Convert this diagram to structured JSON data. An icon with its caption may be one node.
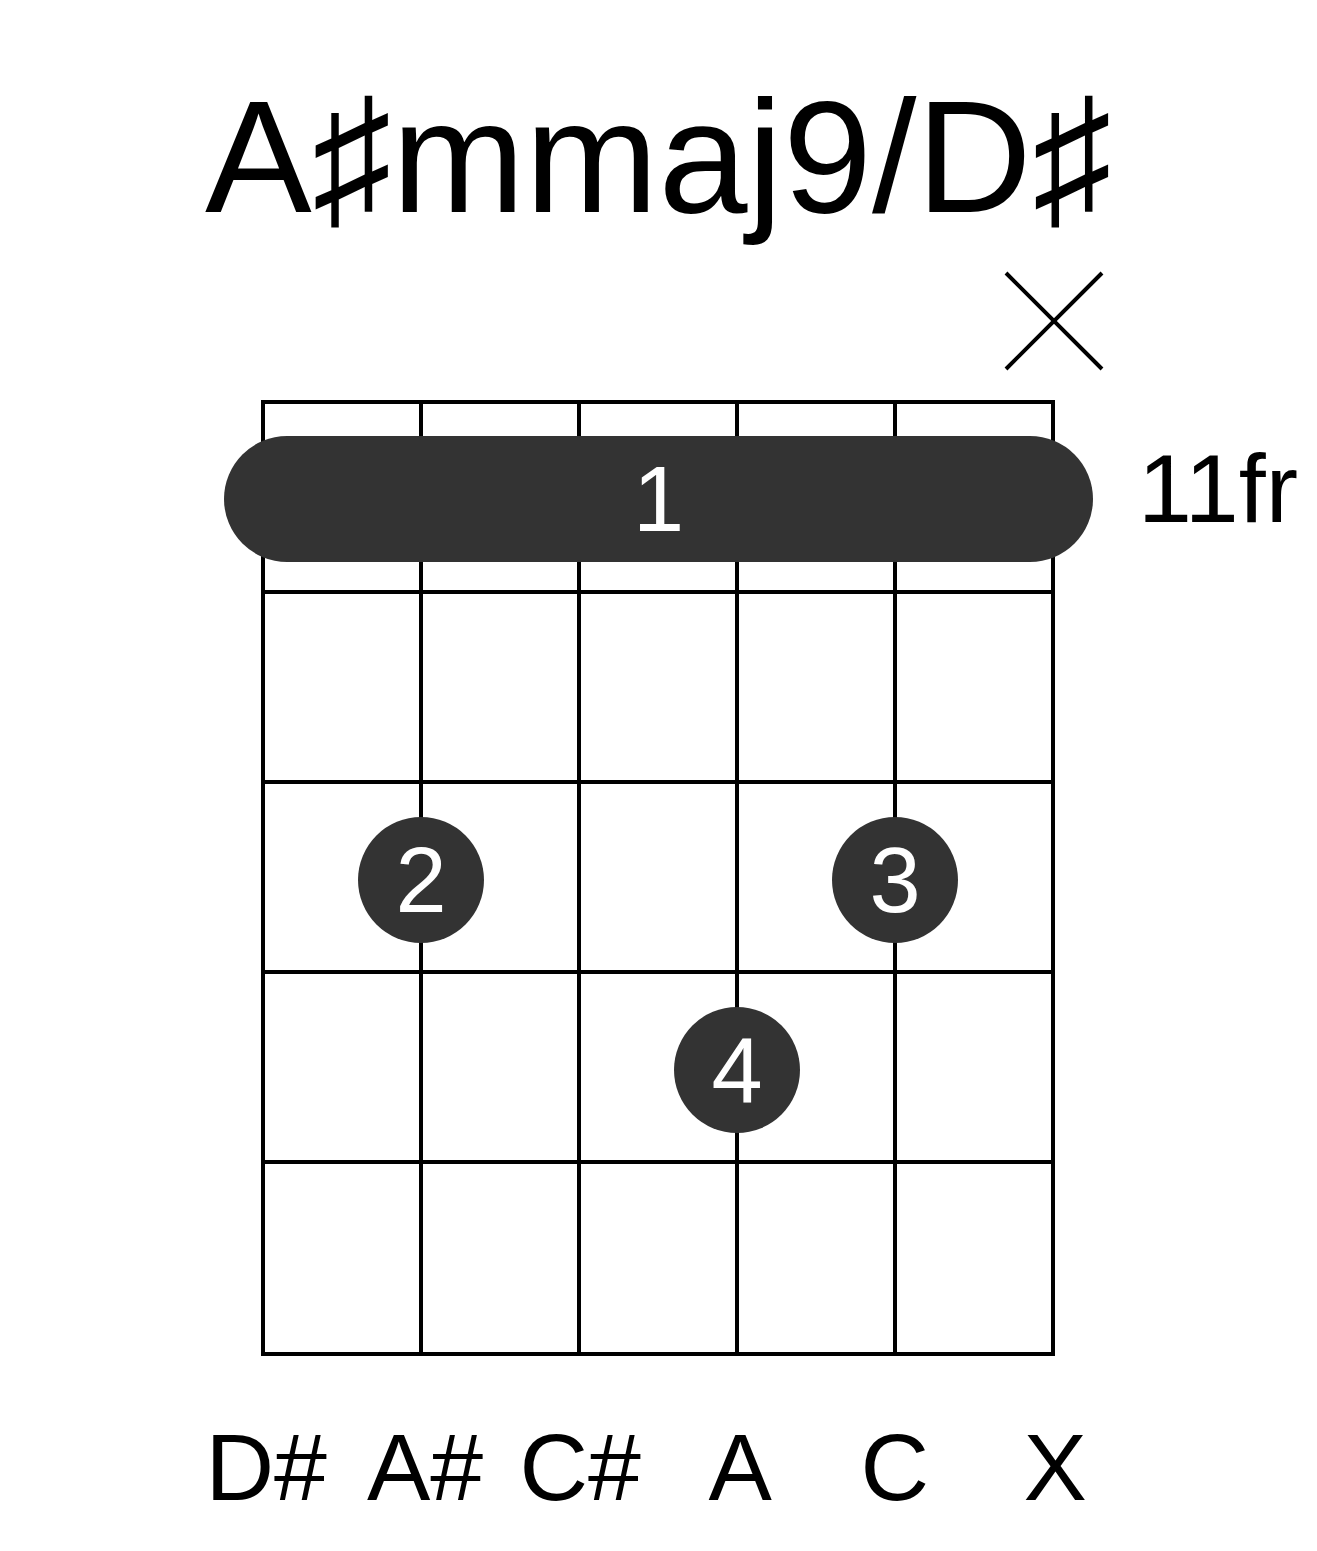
{
  "diagram": {
    "title": "A♯mmaj9/D♯",
    "nodes": [
      {
        "text": [
          "1"
        ]
      },
      {
        "text": [
          "2"
        ]
      },
      {
        "text": [
          "3"
        ]
      },
      {
        "text": [
          "4"
        ]
      }
    ],
    "labels": [
      "11fr",
      "D#",
      "A#",
      "C#",
      "A",
      "C",
      "X"
    ]
  }
}
